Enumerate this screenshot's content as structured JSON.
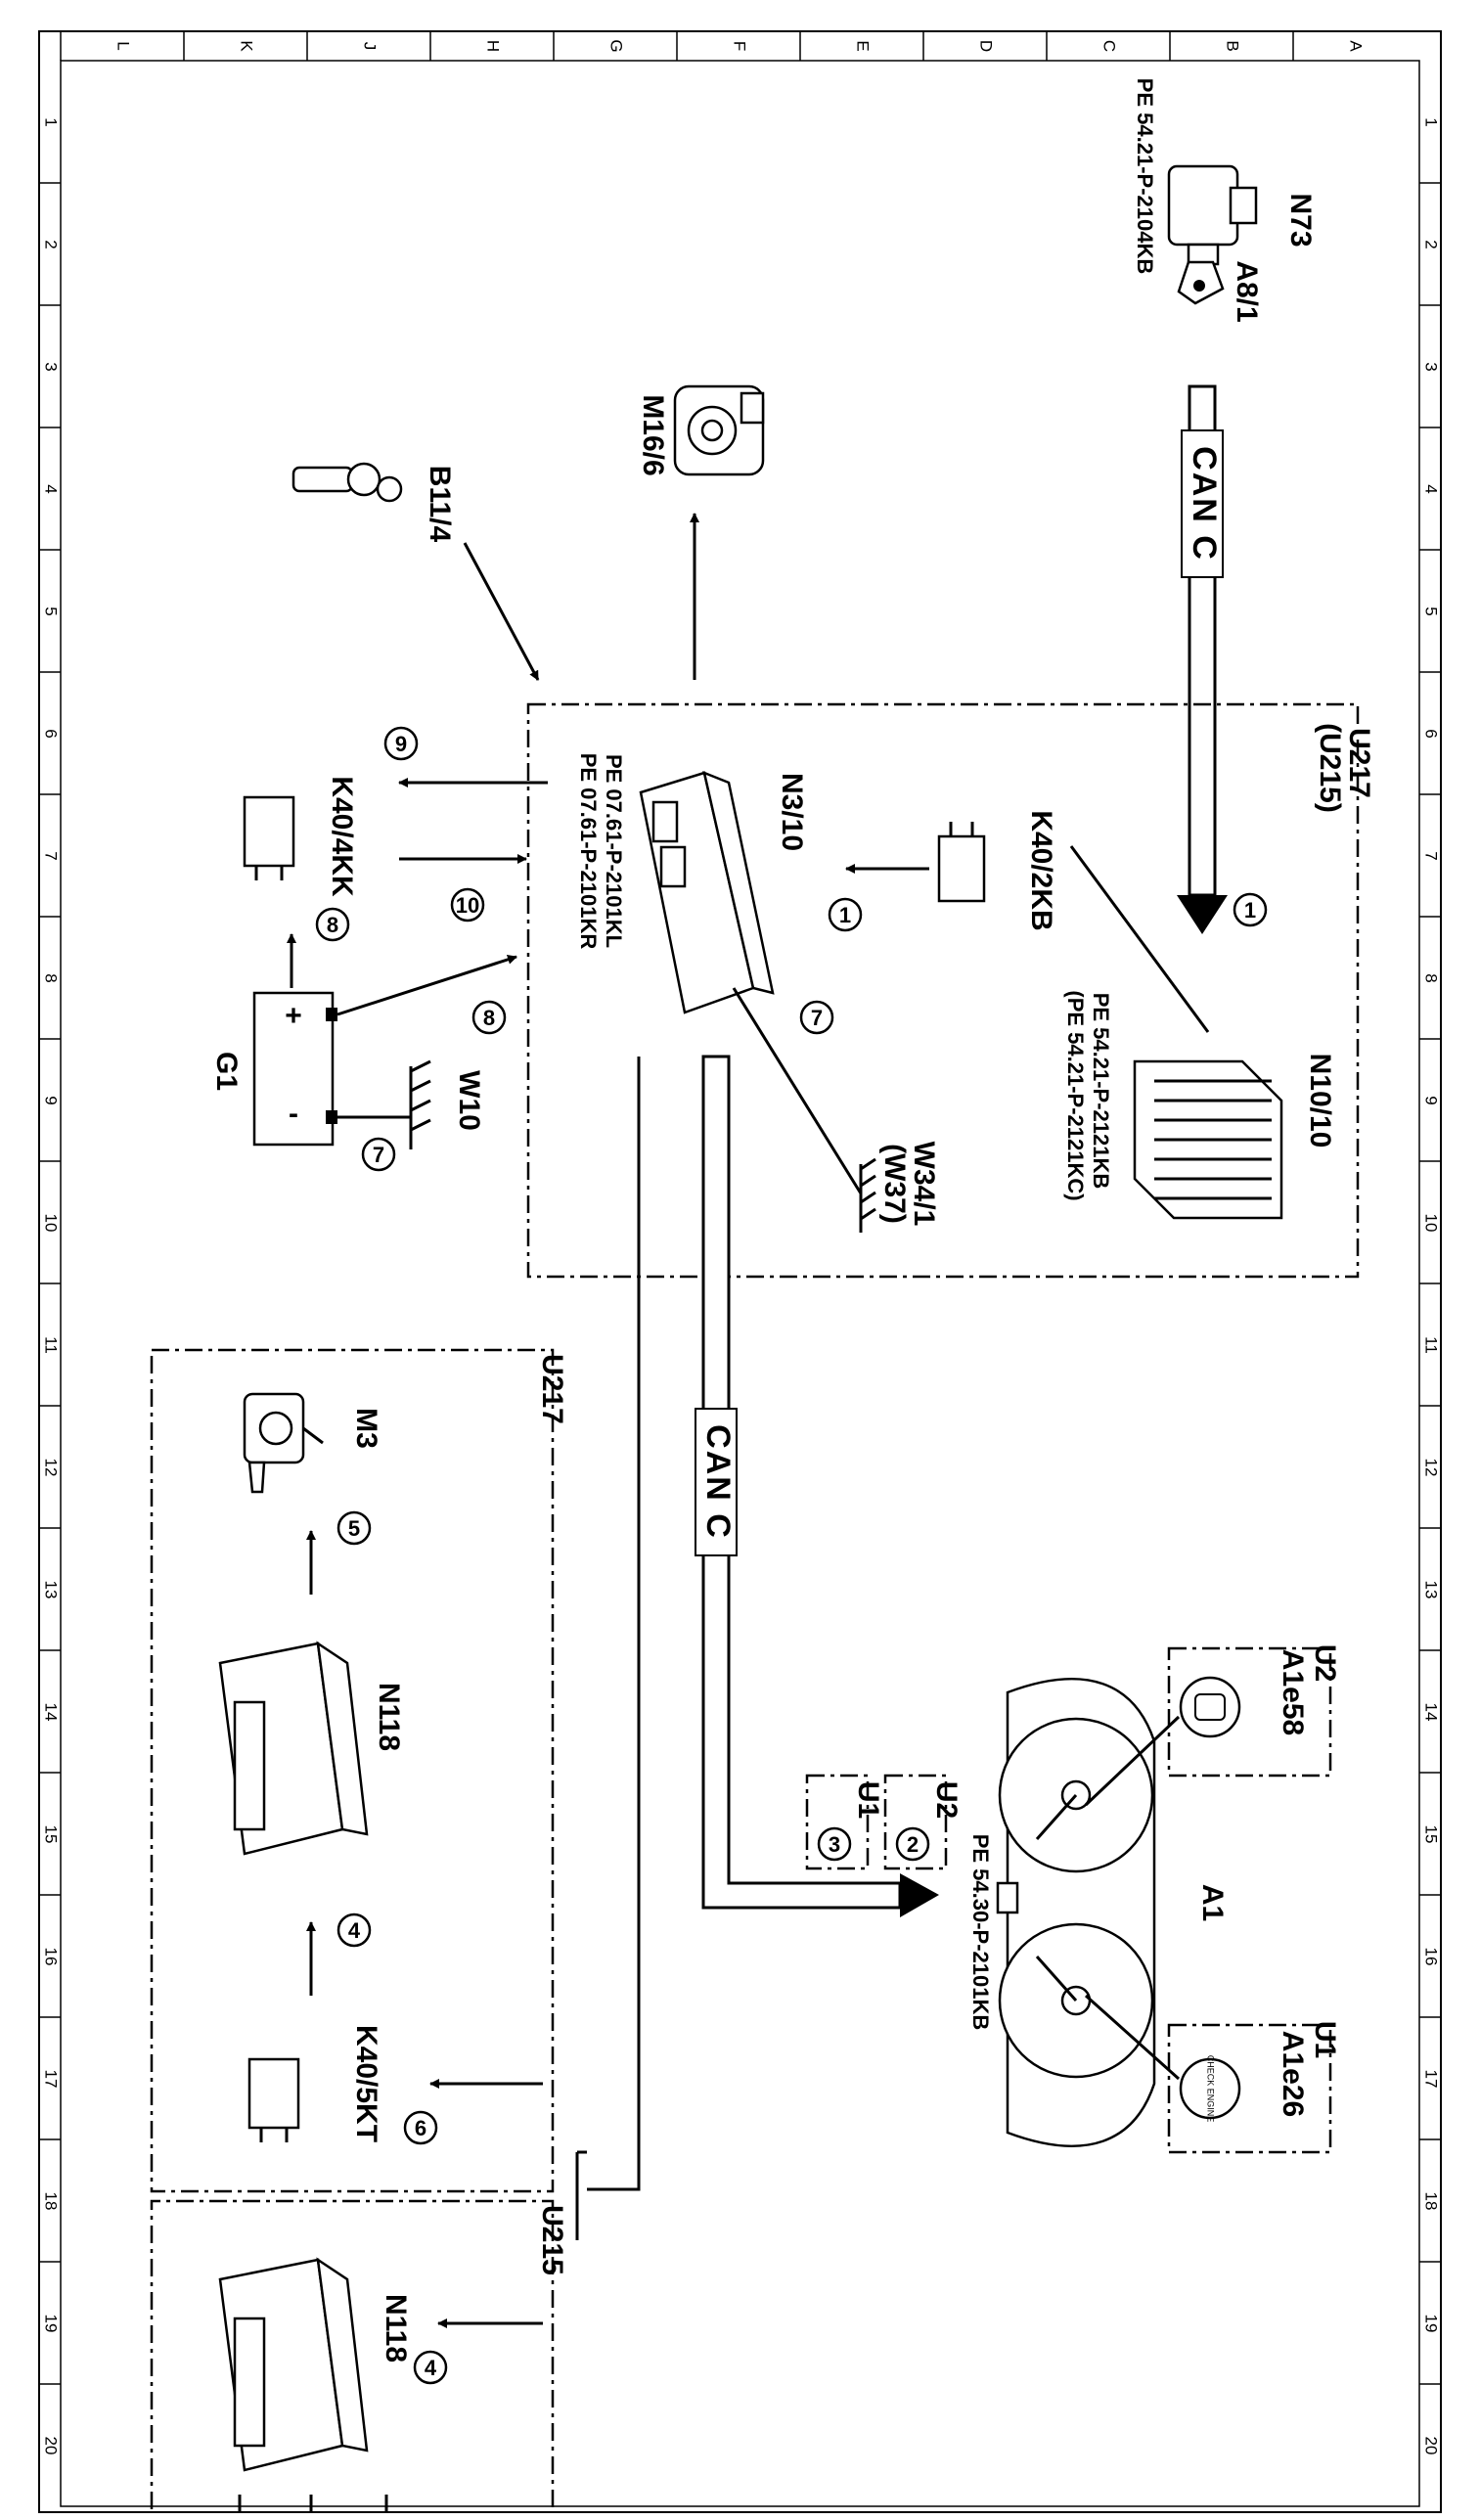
{
  "columns": [
    "L",
    "K",
    "J",
    "H",
    "G",
    "F",
    "E",
    "D",
    "C",
    "B",
    "A"
  ],
  "rows": [
    "1",
    "2",
    "3",
    "4",
    "5",
    "6",
    "7",
    "8",
    "9",
    "10",
    "11",
    "12",
    "13",
    "14",
    "15",
    "16",
    "17",
    "18",
    "19",
    "20"
  ],
  "components": {
    "n73": "N73",
    "a8_1": "A8/1",
    "m16_6": "M16/6",
    "b11_4": "B11/4",
    "n3_10": "N3/10",
    "k40_2kb": "K40/2KB",
    "n10_10": "N10/10",
    "w34_1": "W34/1",
    "w37": "(W37)",
    "k40_4kk": "K40/4KK",
    "g1": "G1",
    "w10": "W10",
    "m3": "M3",
    "n118_a": "N118",
    "n118_b": "N118",
    "k40_5kt": "K40/5KT",
    "a1": "A1",
    "a1e58": "A1e58",
    "a1e26": "A1e26",
    "u2": "U2",
    "u1": "U1",
    "u217_top": "U217",
    "u215_top": "(U215)",
    "u217_lower": "U217",
    "u215_lower": "U215",
    "u1_box": "U1",
    "u2_box": "U2"
  },
  "references": {
    "n73": "PE 54.21-P-2104KB",
    "n10_a": "PE 54.21-P-2121KB",
    "n10_b": "(PE 54.21-P-2121KC)",
    "n3_a": "PE 07.61-P-2101KL",
    "n3_b": "PE 07.61-P-2101KR",
    "a1": "PE 54.30-P-2101KB"
  },
  "bus": {
    "can_top": "CAN C",
    "can_mid": "CAN C"
  },
  "battery": {
    "plus": "+",
    "minus": "-"
  },
  "engine_lamp": "CHECK ENGINE",
  "markers": {
    "m1a": "1",
    "m1b": "1",
    "m2": "2",
    "m3": "3",
    "m4a": "4",
    "m4b": "4",
    "m5": "5",
    "m6": "6",
    "m7a": "7",
    "m7b": "7",
    "m8a": "8",
    "m8b": "8",
    "m9": "9",
    "m10": "10"
  }
}
